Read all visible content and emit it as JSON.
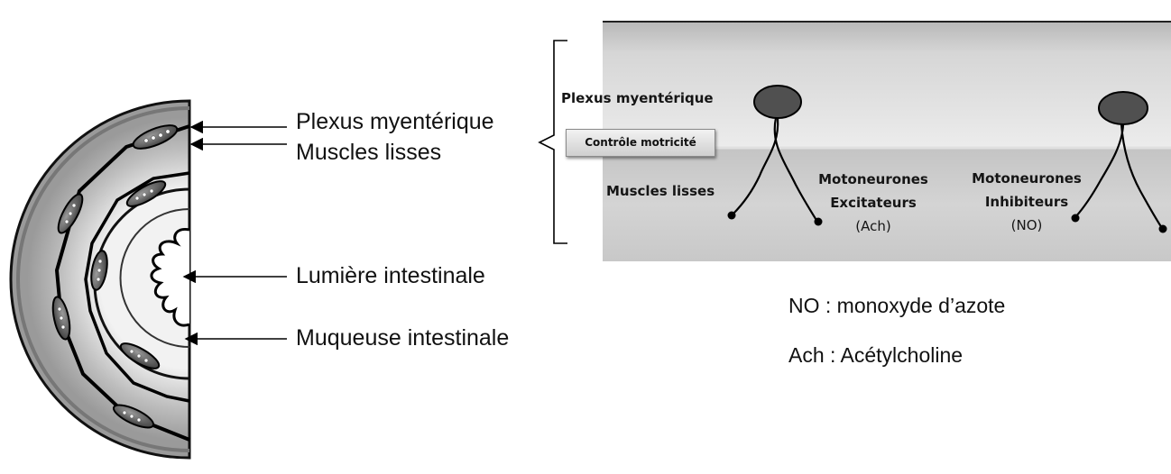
{
  "left_labels": {
    "plexus": "Plexus myentérique",
    "muscles": "Muscles lisses",
    "lumiere": "Lumière intestinale",
    "muqueuse": "Muqueuse intestinale"
  },
  "box": {
    "plexus": "Plexus myentérique",
    "controle": "Contrôle motricité",
    "muscles": "Muscles lisses",
    "excit_line1": "Motoneurones",
    "excit_line2": "Excitateurs",
    "excit_line3": "(Ach)",
    "inhib_line1": "Motoneurones",
    "inhib_line2": "Inhibiteurs",
    "inhib_line3": "(NO)"
  },
  "legend": {
    "no": "NO : monoxyde d’azote",
    "ach": "Ach : Acétylcholine"
  }
}
